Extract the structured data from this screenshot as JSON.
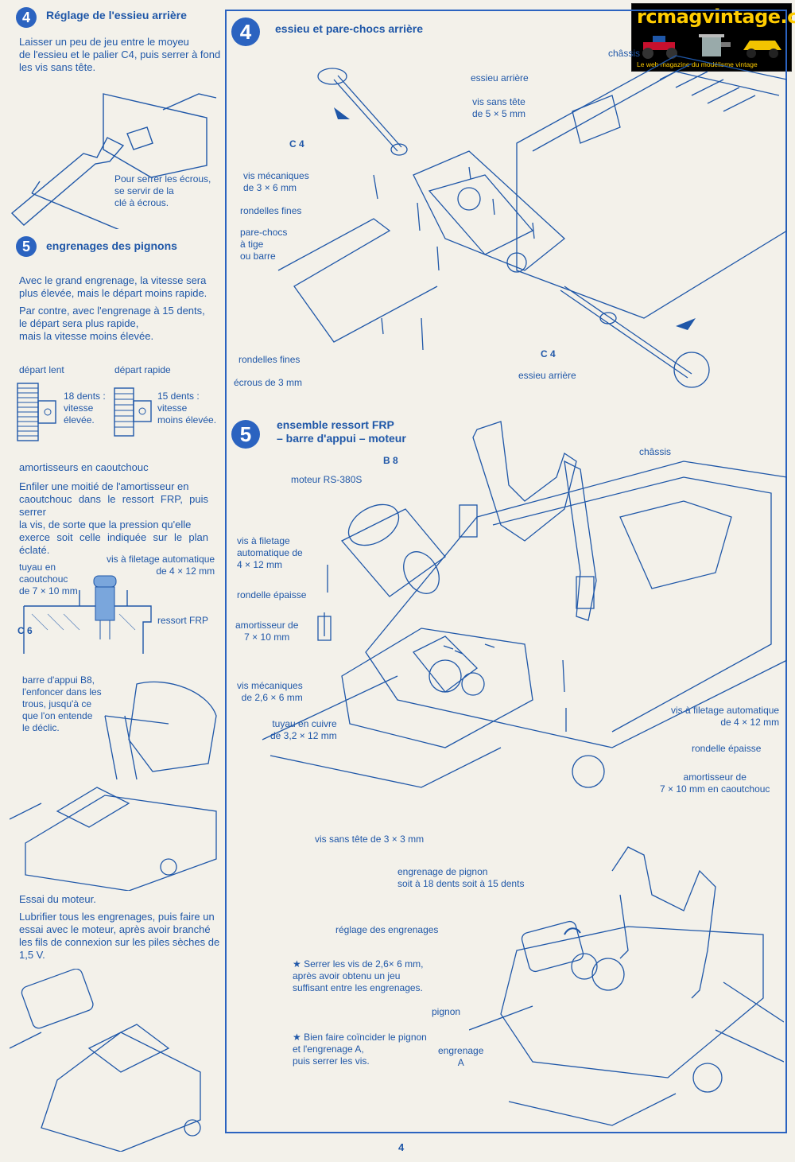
{
  "logo": {
    "title": "rcmagvintage.com",
    "tagline": "Le web magazine du modélisme vintage"
  },
  "left": {
    "s4": {
      "num": "4",
      "title": "Réglage de l'essieu arrière",
      "body": [
        "Laisser un peu de jeu entre le moyeu",
        "de l'essieu et le palier C4, puis serrer à fond",
        "les vis sans tête."
      ],
      "tool_note": [
        "Pour serrer les écrous,",
        "se servir de la",
        "clé à écrous."
      ]
    },
    "s5": {
      "num": "5",
      "title": "engrenages des pignons",
      "p1": [
        "Avec le grand engrenage, la vitesse sera",
        "plus élevée, mais le départ moins rapide."
      ],
      "p2": [
        "Par contre, avec l'engrenage à 15 dents,",
        "le départ sera plus rapide,",
        "mais la vitesse moins élevée."
      ],
      "slow_label": "départ lent",
      "fast_label": "départ rapide",
      "slow_desc": [
        "18 dents :",
        "vitesse",
        "élevée."
      ],
      "fast_desc": [
        "15 dents :",
        "vitesse",
        "moins élevée."
      ]
    },
    "rubber": {
      "title": "amortisseurs en caoutchouc",
      "body": [
        "Enfiler une moitié de l'amortisseur en",
        "caoutchouc dans le ressort FRP, puis serrer",
        "la vis, de sorte que la pression qu'elle",
        "exerce soit celle indiquée sur le plan éclaté."
      ],
      "tube_label": [
        "tuyau en",
        "caoutchouc",
        "de 7 × 10 mm"
      ],
      "screw_label": [
        "vis à filetage automatique",
        "de 4 × 12 mm"
      ],
      "spring_label": "ressort FRP",
      "c6": "C 6"
    },
    "bar": {
      "label": [
        "barre d'appui B8,",
        "l'enfoncer dans les",
        "trous, jusqu'à ce",
        "que l'on entende",
        "le déclic."
      ]
    },
    "motor_test": {
      "title": "Essai du moteur.",
      "body": [
        "Lubrifier tous les engrenages, puis faire un",
        "essai avec le moteur, après avoir branché",
        "les fils de connexion sur les piles sèches de",
        "1,5 V."
      ]
    }
  },
  "right": {
    "s4": {
      "num": "4",
      "title": "essieu et pare-chocs arrière",
      "chassis": "châssis",
      "axle_top": "essieu arrière",
      "setscrew": [
        "vis sans tête",
        "de 5 × 5 mm"
      ],
      "c4_top": "C 4",
      "machine_screws": [
        "vis mécaniques",
        "de 3 × 6 mm"
      ],
      "thin_washers": "rondelles fines",
      "bumper": [
        "pare-chocs",
        "à tige",
        "ou barre"
      ],
      "thin_washers2": "rondelles fines",
      "nuts": "écrous de 3 mm",
      "c4_bottom": "C 4",
      "axle_bottom": "essieu arrière"
    },
    "s5": {
      "num": "5",
      "title": [
        "ensemble ressort FRP",
        "– barre d'appui – moteur"
      ],
      "b8": "B 8",
      "motor": "moteur RS-380S",
      "chassis": "châssis",
      "self_tap": [
        "vis à filetage",
        "automatique de",
        "4 × 12 mm"
      ],
      "thick_washer": "rondelle épaisse",
      "damper": [
        "amortisseur de",
        "7 × 10 mm"
      ],
      "machine_screws": [
        "vis mécaniques",
        "de 2,6 × 6 mm"
      ],
      "copper_tube": [
        "tuyau en cuivre",
        "de 3,2 × 12 mm"
      ],
      "self_tap_r": [
        "vis à filetage automatique",
        "de 4 × 12 mm"
      ],
      "thick_washer_r": "rondelle épaisse",
      "damper_r": [
        "amortisseur de",
        "7 × 10 mm en caoutchouc"
      ],
      "setscrew": "vis sans tête de 3 × 3 mm",
      "pinion": [
        "engrenage de pignon",
        "soit à 18 dents soit à 15 dents"
      ]
    },
    "adjust": {
      "title": "réglage des engrenages",
      "note1": [
        "★ Serrer les vis de 2,6× 6 mm,",
        "après avoir obtenu un jeu",
        "suffisant entre les engrenages."
      ],
      "note2": [
        "★ Bien faire coïncider le pignon",
        "et l'engrenage A,",
        "puis serrer les vis."
      ],
      "pinion": "pignon",
      "gear_a": [
        "engrenage",
        "A"
      ]
    }
  },
  "page_number": "4"
}
